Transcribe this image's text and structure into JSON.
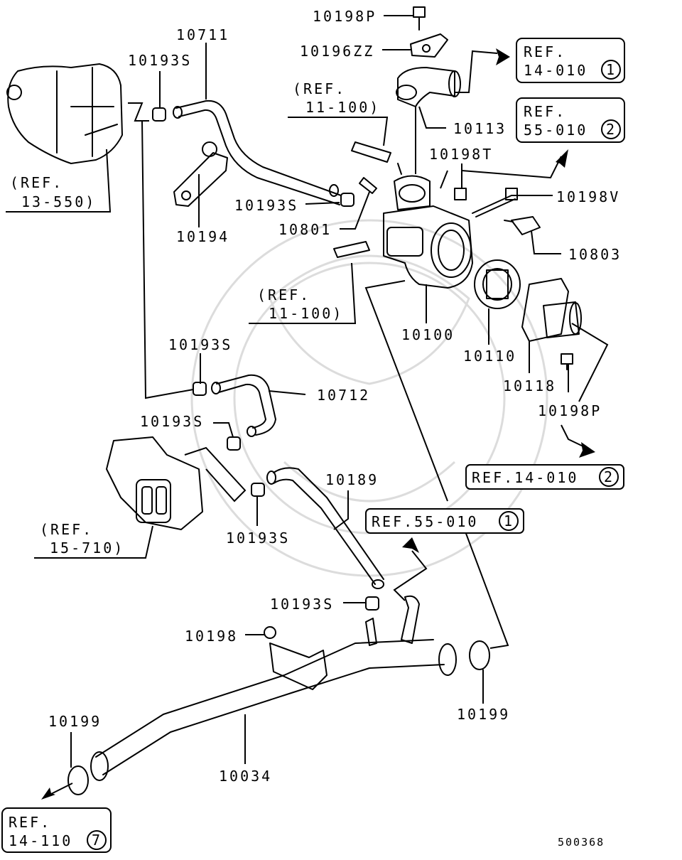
{
  "diagram_id": "500368",
  "parts": {
    "p10711": "10711",
    "p10193s_top": "10193S",
    "p10198p_top": "10198P",
    "p10196zz": "10196ZZ",
    "p10113": "10113",
    "p10198t": "10198T",
    "p10198v": "10198V",
    "p10193s_mid": "10193S",
    "p10801": "10801",
    "p10194": "10194",
    "p10803": "10803",
    "p10100": "10100",
    "p10110": "10110",
    "p10118": "10118",
    "p10198p_mid": "10198P",
    "p10193s_a": "10193S",
    "p10712": "10712",
    "p10193s_b": "10193S",
    "p10189": "10189",
    "p10193s_c": "10193S",
    "p10193s_d": "10193S",
    "p10198": "10198",
    "p10199_left": "10199",
    "p10034": "10034",
    "p10199_right": "10199"
  },
  "refs": {
    "r13_550_a": "(REF.",
    "r13_550_b": "13-550)",
    "r11_100_top_a": "(REF.",
    "r11_100_top_b": "11-100)",
    "r11_100_mid_a": "(REF.",
    "r11_100_mid_b": "11-100)",
    "r15_710_a": "(REF.",
    "r15_710_b": "15-710)",
    "box_14_010_1_a": "REF.",
    "box_14_010_1_b": "14-010",
    "box_14_010_1_n": "1",
    "box_55_010_2_a": "REF.",
    "box_55_010_2_b": "55-010",
    "box_55_010_2_n": "2",
    "box_14_010_2": "REF.14-010",
    "box_14_010_2_n": "2",
    "box_55_010_1": "REF.55-010",
    "box_55_010_1_n": "1",
    "box_14_110_7_a": "REF.",
    "box_14_110_7_b": "14-110",
    "box_14_110_7_n": "7"
  }
}
